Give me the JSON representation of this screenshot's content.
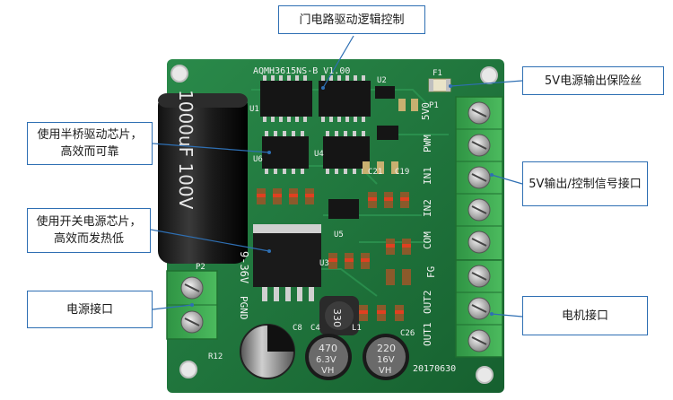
{
  "callouts": {
    "gate_driver": "门电路驱动逻辑控制",
    "fuse": "5V电源输出保险丝",
    "half_bridge": "使用半桥驱动芯片，高效而可靠",
    "signal_port": "5V输出/控制信号接口",
    "switching_supply": "使用开关电源芯片，高效而发热低",
    "power_port": "电源接口",
    "motor_port": "电机接口"
  },
  "board": {
    "model": "AQMH3615NS-B V1.00",
    "date": "20170630",
    "voltage_range": "9-36V",
    "pins_right": [
      "5V0",
      "PWM",
      "IN1",
      "IN2",
      "COM",
      "FG",
      "OUT2",
      "OUT1"
    ],
    "pins_left": [
      "PGND"
    ],
    "big_cap": "1000uF 100V",
    "cap_470": [
      "470",
      "6.3V",
      "VH"
    ],
    "cap_220": [
      "220",
      "16V",
      "VH"
    ],
    "inductor": "330",
    "refs": [
      "F1",
      "U2",
      "U1",
      "U3",
      "U4",
      "U5",
      "U6",
      "P1",
      "P2",
      "C4",
      "C8",
      "C19",
      "C21",
      "C26",
      "L1",
      "R12"
    ]
  },
  "colors": {
    "pcb": "#1f7a3e",
    "callout_border": "#2e6fb3",
    "terminal": "#3aa650"
  }
}
